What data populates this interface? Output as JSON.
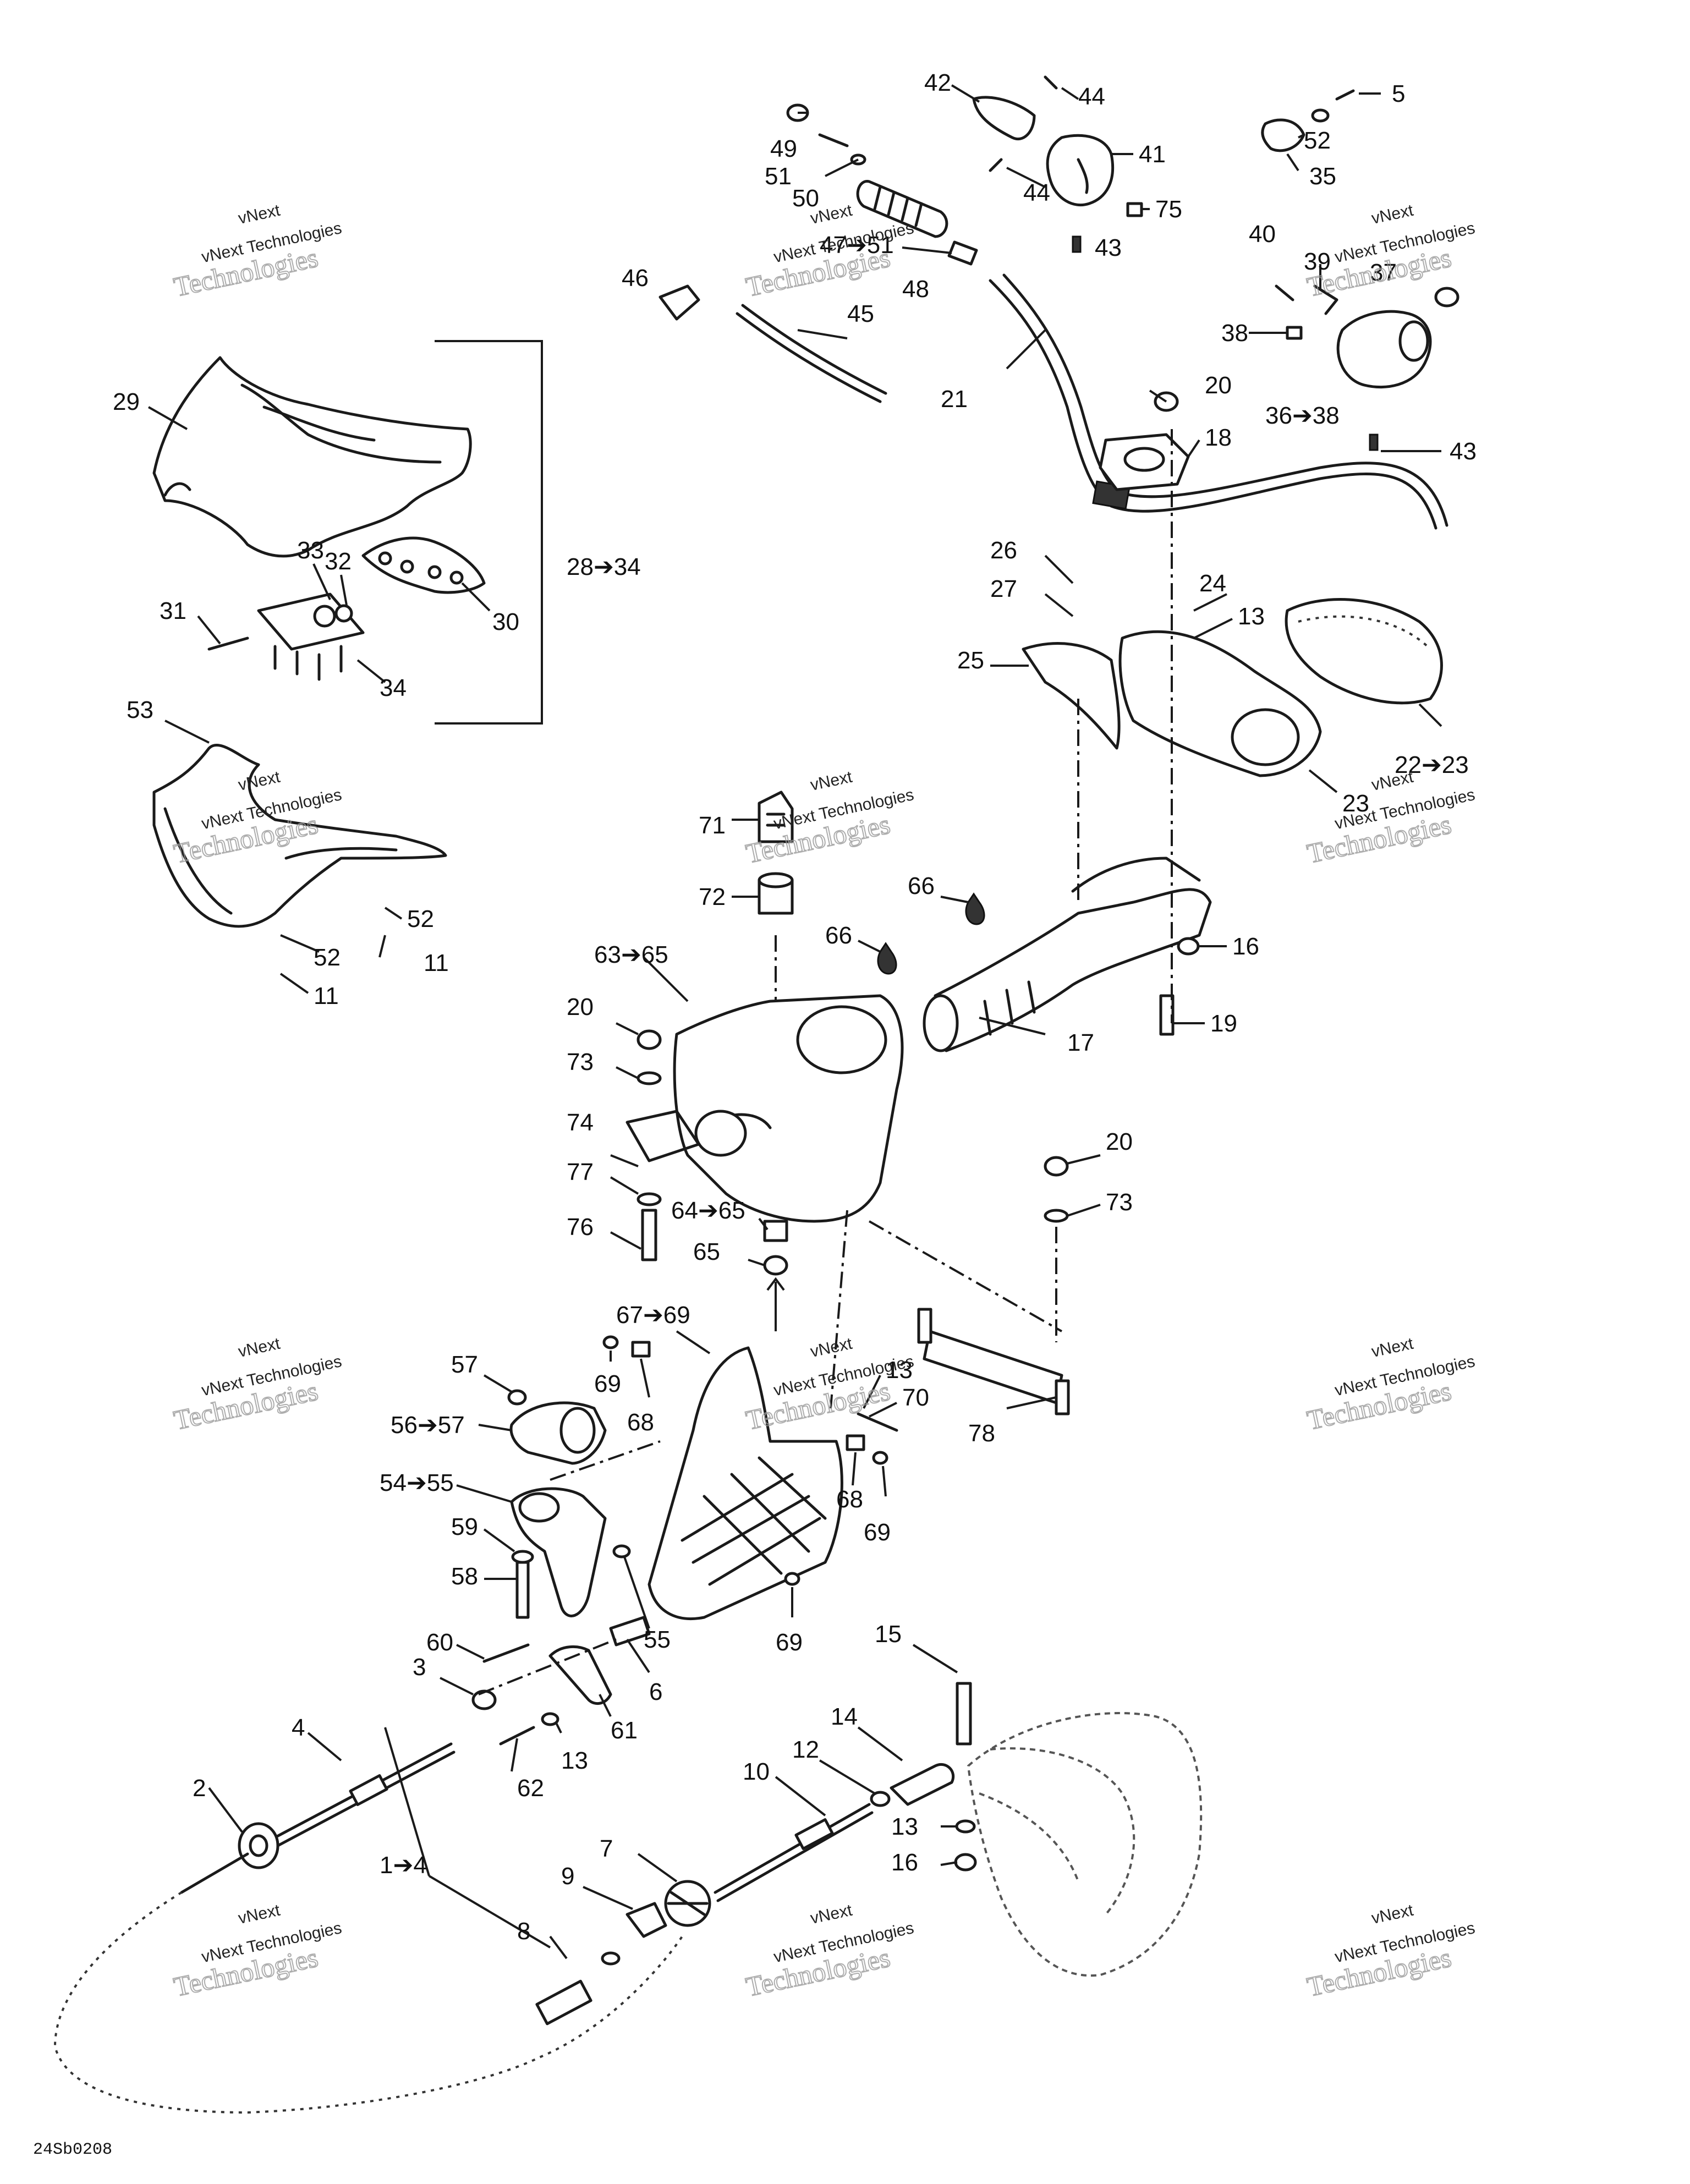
{
  "diagram_code": "24Sb0208",
  "watermarks": [
    {
      "line1": "vNext Technologies",
      "line2": "Technologies",
      "logo": "vNext"
    },
    {
      "line1": "vNext Technologies",
      "line2": "Technologies",
      "logo": "vNext"
    },
    {
      "line1": "vNext Technologies",
      "line2": "Technologies",
      "logo": "vNext"
    },
    {
      "line1": "vNext Technologies",
      "line2": "Technologies",
      "logo": "vNext"
    },
    {
      "line1": "vNext Technologies",
      "line2": "Technologies",
      "logo": "vNext"
    },
    {
      "line1": "vNext Technologies",
      "line2": "Technologies",
      "logo": "vNext"
    },
    {
      "line1": "vNext Technologies",
      "line2": "Technologies",
      "logo": "vNext"
    },
    {
      "line1": "vNext Technologies",
      "line2": "Technologies",
      "logo": "vNext"
    },
    {
      "line1": "vNext Technologies",
      "line2": "Technologies",
      "logo": "vNext"
    },
    {
      "line1": "vNext Technologies",
      "line2": "Technologies",
      "logo": "vNext"
    },
    {
      "line1": "vNext Technologies",
      "line2": "Technologies",
      "logo": "vNext"
    },
    {
      "line1": "vNext Technologies",
      "line2": "Technologies",
      "logo": "vNext"
    }
  ],
  "callouts": [
    "42",
    "44",
    "5",
    "49",
    "41",
    "52",
    "51",
    "50",
    "44",
    "35",
    "75",
    "47➔51",
    "43",
    "40",
    "48",
    "39",
    "37",
    "46",
    "45",
    "38",
    "21",
    "20",
    "36➔38",
    "29",
    "18",
    "43",
    "28➔34",
    "33",
    "32",
    "30",
    "31",
    "34",
    "26",
    "24",
    "27",
    "13",
    "25",
    "23",
    "22➔23",
    "53",
    "71",
    "72",
    "66",
    "66",
    "52",
    "52",
    "11",
    "11",
    "16",
    "63➔65",
    "19",
    "17",
    "20",
    "73",
    "74",
    "77",
    "20",
    "73",
    "64➔65",
    "76",
    "65",
    "67➔69",
    "57",
    "69",
    "13",
    "70",
    "56➔57",
    "68",
    "78",
    "54➔55",
    "68",
    "69",
    "59",
    "58",
    "55",
    "69",
    "60",
    "15",
    "3",
    "6",
    "4",
    "61",
    "14",
    "12",
    "13",
    "62",
    "10",
    "2",
    "13",
    "16",
    "1➔4",
    "7",
    "9",
    "8"
  ]
}
